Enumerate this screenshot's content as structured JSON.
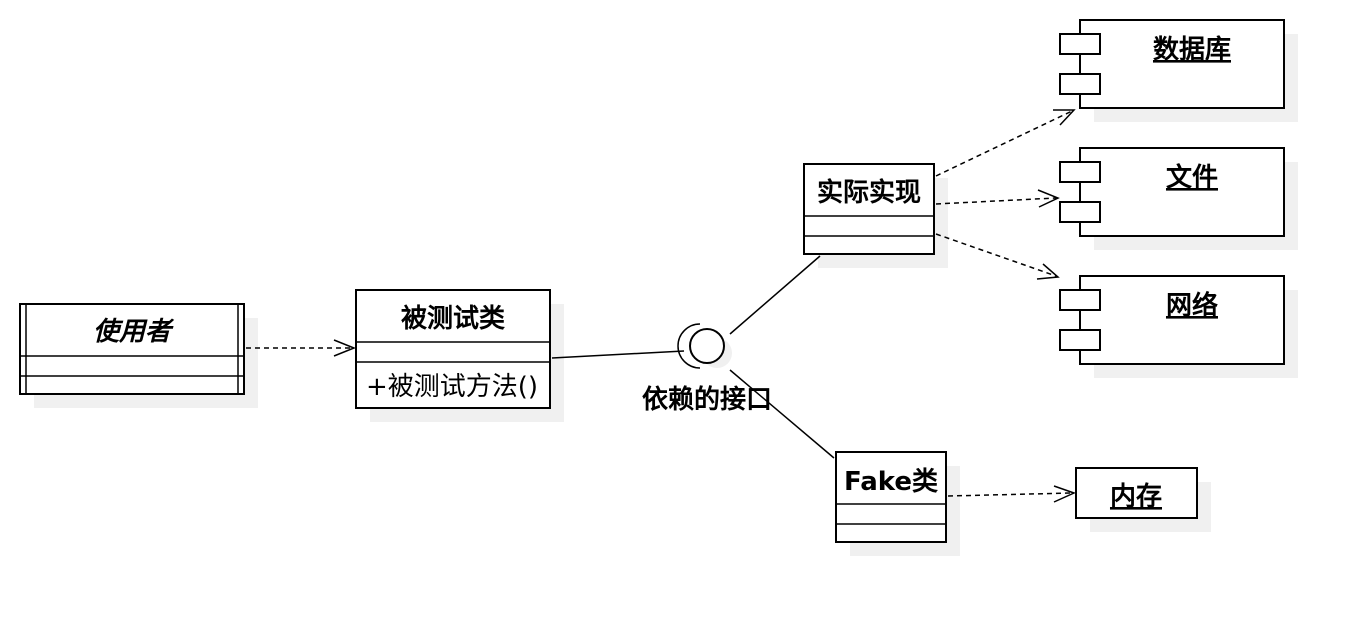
{
  "classes": {
    "user": {
      "name": "使用者"
    },
    "tested": {
      "name": "被测试类",
      "method": "+被测试方法()"
    },
    "real": {
      "name": "实际实现"
    },
    "fake": {
      "name": "Fake类"
    }
  },
  "interface": {
    "label": "依赖的接口"
  },
  "components": {
    "database": {
      "name": "数据库"
    },
    "file": {
      "name": "文件"
    },
    "network": {
      "name": "网络"
    },
    "memory": {
      "name": "内存"
    }
  }
}
